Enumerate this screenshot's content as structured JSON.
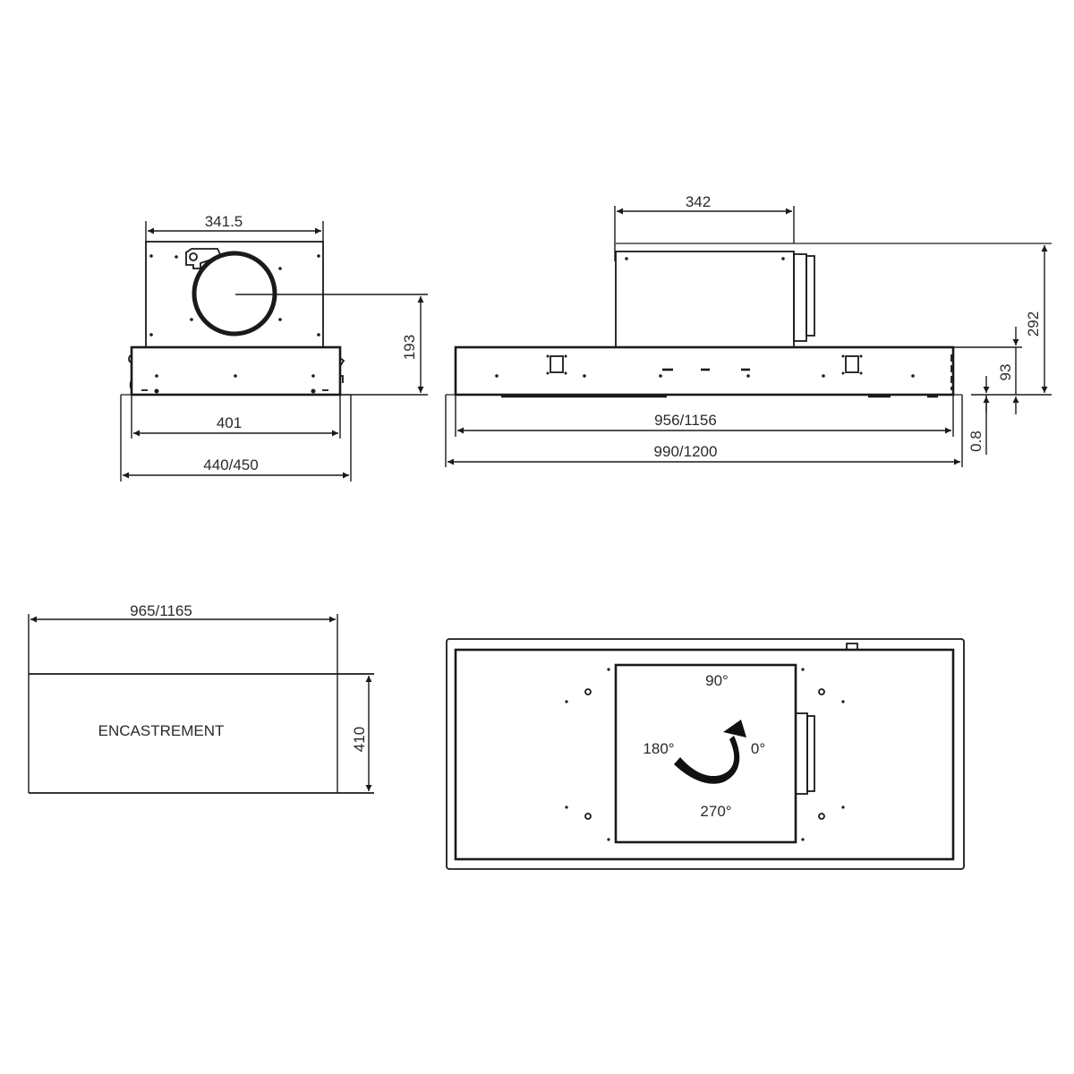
{
  "front_view": {
    "width_top": "341.5",
    "height_outlet": "193",
    "width_body": "401",
    "width_cutout": "440/450"
  },
  "side_view": {
    "motor_width": "342",
    "total_height": "292",
    "body_height": "93",
    "glass_thickness": "0.8",
    "width_body": "956/1156",
    "width_total": "990/1200"
  },
  "cutout_view": {
    "label": "ENCASTREMENT",
    "width": "965/1165",
    "depth": "410"
  },
  "top_view": {
    "angle_top": "90°",
    "angle_left": "180°",
    "angle_right": "0°",
    "angle_bottom": "270°",
    "arrow_icon": "rotation-arrow"
  }
}
